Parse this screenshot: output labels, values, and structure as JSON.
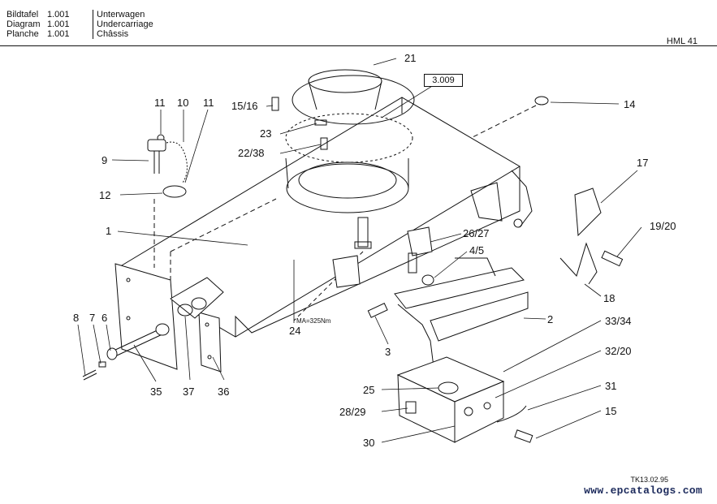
{
  "header": {
    "rows": [
      {
        "label": "Bildtafel",
        "number": "1.001",
        "title": "Unterwagen"
      },
      {
        "label": "Diagram",
        "number": "1.001",
        "title": "Undercarriage"
      },
      {
        "label": "Planche",
        "number": "1.001",
        "title": "Châssis"
      }
    ],
    "model": "HML  41"
  },
  "reference_box": "3.009",
  "torque_note": "MA=325Nm",
  "drawing_code": "TK13.02.95",
  "watermark": "www.epcatalogs.com",
  "callouts": [
    "21",
    "15/16",
    "23",
    "22/38",
    "14",
    "11",
    "10",
    "11",
    "9",
    "12",
    "17",
    "19/20",
    "1",
    "26/27",
    "4/5",
    "24",
    "18",
    "2",
    "8",
    "7",
    "6",
    "3",
    "33/34",
    "32/20",
    "35",
    "37",
    "36",
    "25",
    "31",
    "28/29",
    "15",
    "30"
  ]
}
